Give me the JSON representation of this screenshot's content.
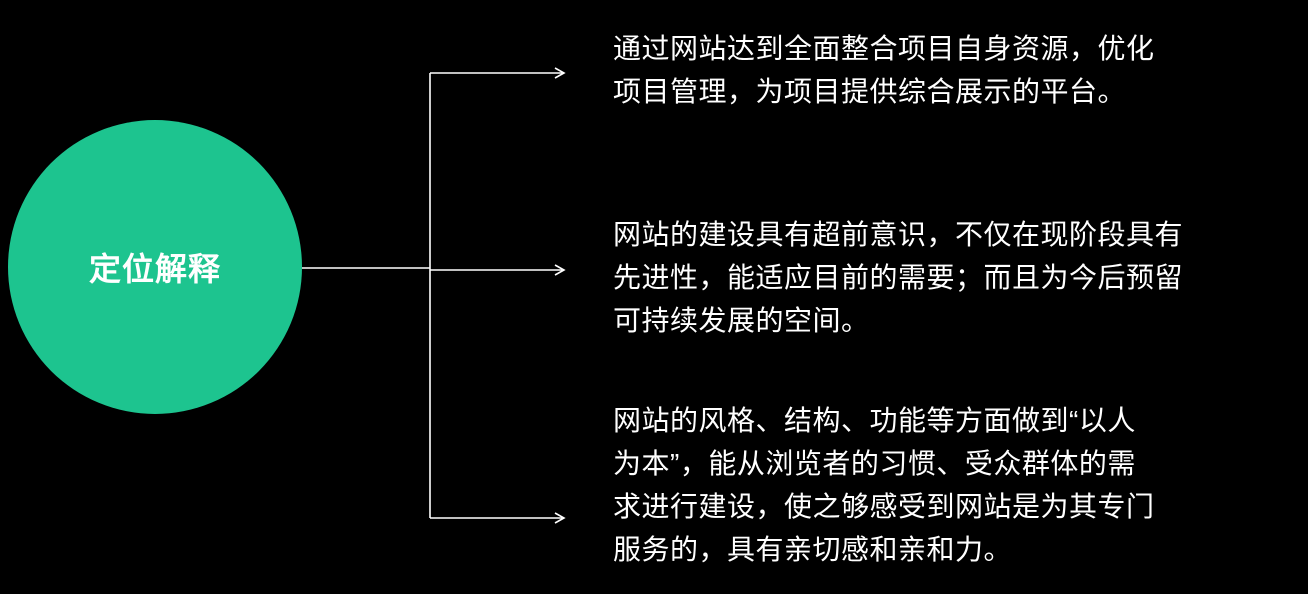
{
  "diagram": {
    "colors": {
      "background": "#000000",
      "node_fill": "#1dc48f",
      "text": "#ffffff",
      "arrow": "#ffffff"
    },
    "node": {
      "label": "定位解释"
    },
    "branches": [
      {
        "lines": [
          "通过网站达到全面整合项目自身资源，优化",
          "项目管理，为项目提供综合展示的平台。"
        ]
      },
      {
        "lines": [
          "网站的建设具有超前意识，不仅在现阶段具有",
          "先进性，能适应目前的需要；而且为今后预留",
          "可持续发展的空间。"
        ]
      },
      {
        "lines": [
          "网站的风格、结构、功能等方面做到“以人",
          "为本”，能从浏览者的习惯、受众群体的需",
          "求进行建设，使之够感受到网站是为其专门",
          "服务的，具有亲切感和亲和力。"
        ]
      }
    ]
  }
}
